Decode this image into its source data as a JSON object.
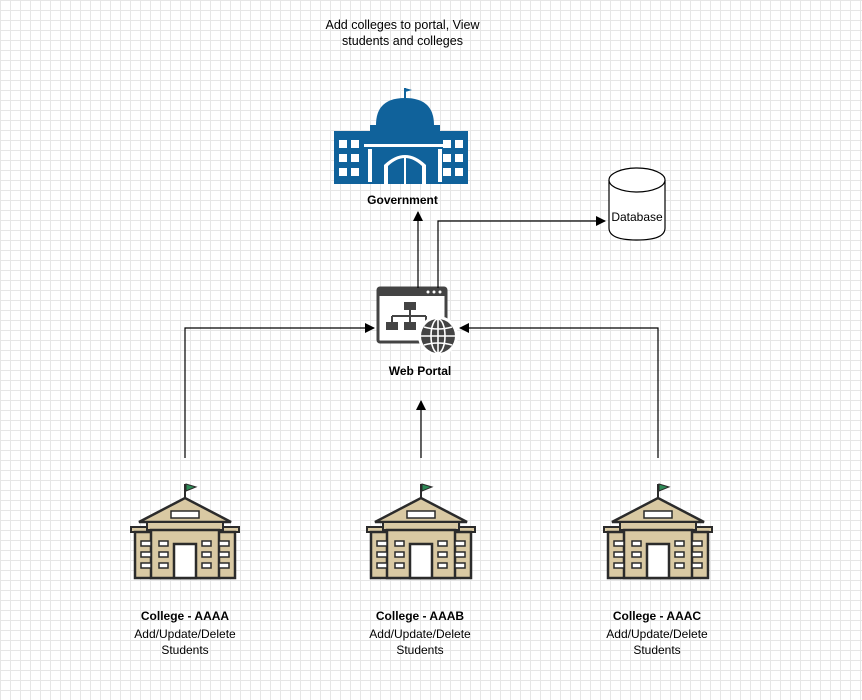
{
  "government": {
    "note": "Add colleges to portal, View students and colleges",
    "name": "Government",
    "icon": "government-building-icon",
    "color": "#10629B"
  },
  "web_portal": {
    "name": "Web Portal",
    "icon": "web-portal-sitemap-globe-icon",
    "color": "#444444"
  },
  "database": {
    "name": "Database",
    "icon": "database-cylinder-icon"
  },
  "colleges": [
    {
      "name": "College - AAAA",
      "desc": "Add/Update/Delete Students",
      "icon": "school-building-icon"
    },
    {
      "name": "College - AAAB",
      "desc": "Add/Update/Delete Students",
      "icon": "school-building-icon"
    },
    {
      "name": "College - AAAC",
      "desc": "Add/Update/Delete Students",
      "icon": "school-building-icon"
    }
  ],
  "college_colors": {
    "wall": "#D9C9A3",
    "outline": "#2B2B2B",
    "flag": "#2E8B57"
  }
}
